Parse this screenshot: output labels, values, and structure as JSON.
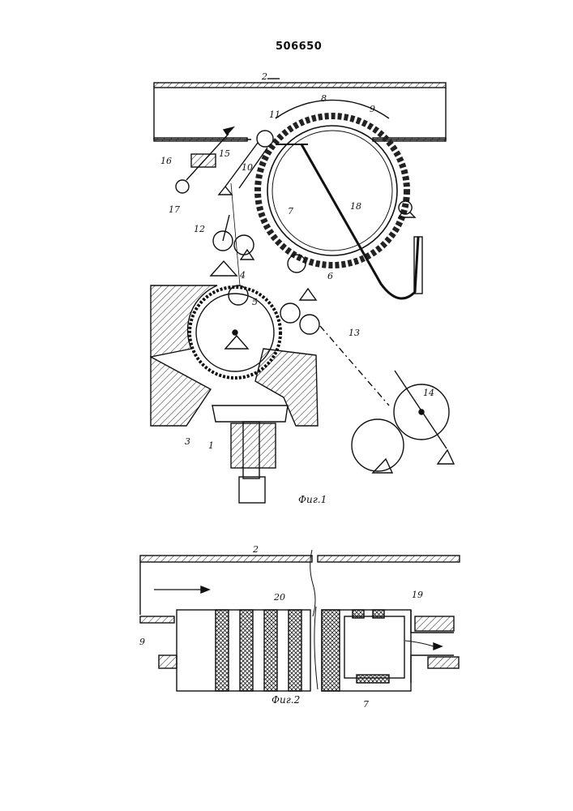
{
  "patent_number": "506650",
  "figure1": {
    "caption": "Фиг.1",
    "labels": [
      "2",
      "11",
      "8",
      "9",
      "16",
      "15",
      "10",
      "18",
      "17",
      "12",
      "7",
      "4",
      "6",
      "5",
      "13",
      "14",
      "3",
      "1"
    ]
  },
  "figure2": {
    "caption": "Фиг.2",
    "labels": [
      "2",
      "20",
      "19",
      "9",
      "7"
    ]
  }
}
